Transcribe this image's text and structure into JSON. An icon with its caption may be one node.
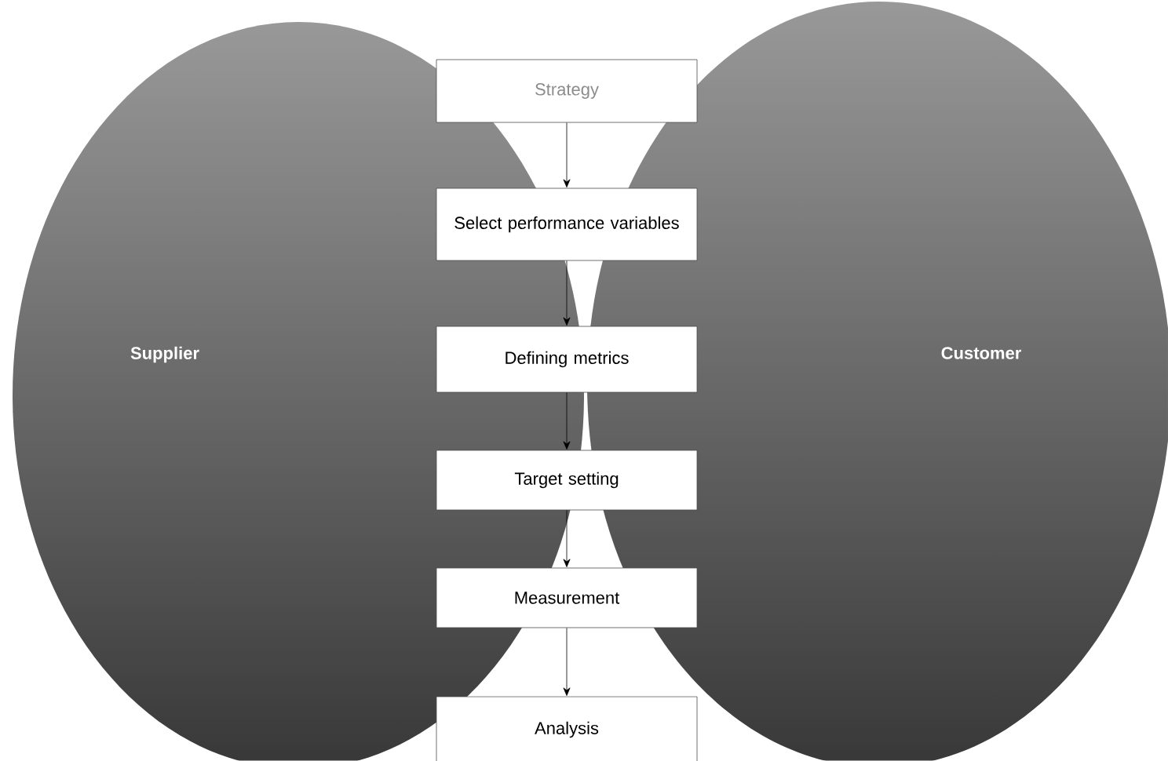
{
  "diagram": {
    "nodes": [
      {
        "text": [
          "Supplier"
        ]
      },
      {
        "text": [
          "Customer"
        ]
      },
      {
        "text": [
          "Strategy"
        ]
      },
      {
        "text": [
          "Select performance variables"
        ]
      },
      {
        "text": [
          "Defining metrics"
        ]
      },
      {
        "text": [
          "Target setting"
        ]
      },
      {
        "text": [
          "Measurement"
        ]
      },
      {
        "text": [
          "Analysis"
        ]
      }
    ],
    "edges": [
      {
        "from": 2,
        "to": 3,
        "arrow": "to"
      },
      {
        "from": 3,
        "to": 4,
        "arrow": "to"
      },
      {
        "from": 4,
        "to": 5,
        "arrow": "to"
      },
      {
        "from": 5,
        "to": 6,
        "arrow": "to"
      },
      {
        "from": 6,
        "to": 7,
        "arrow": "to"
      }
    ]
  }
}
